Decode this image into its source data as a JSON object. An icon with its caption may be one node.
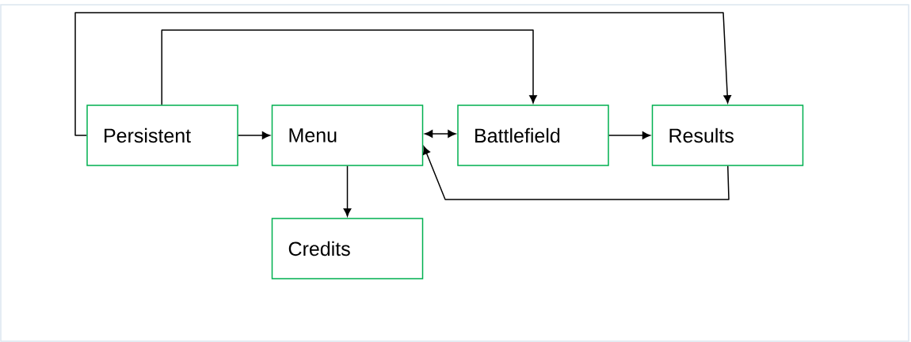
{
  "diagram": {
    "nodes": [
      {
        "text": [
          "Persistent"
        ]
      },
      {
        "text": [
          "Menu"
        ]
      },
      {
        "text": [
          "Battlefield"
        ]
      },
      {
        "text": [
          "Results"
        ]
      },
      {
        "text": [
          "Credits"
        ]
      }
    ],
    "edges": [
      {
        "from": 0,
        "to": 1,
        "arrow": "to"
      },
      {
        "from": 1,
        "to": 2,
        "arrow": "both"
      },
      {
        "from": 2,
        "to": 3,
        "arrow": "to"
      },
      {
        "from": 3,
        "to": 1,
        "arrow": "to"
      },
      {
        "from": 1,
        "to": 4,
        "arrow": "to"
      },
      {
        "from": 0,
        "to": 2,
        "arrow": "to"
      },
      {
        "from": 0,
        "to": 3,
        "arrow": "to"
      }
    ]
  }
}
